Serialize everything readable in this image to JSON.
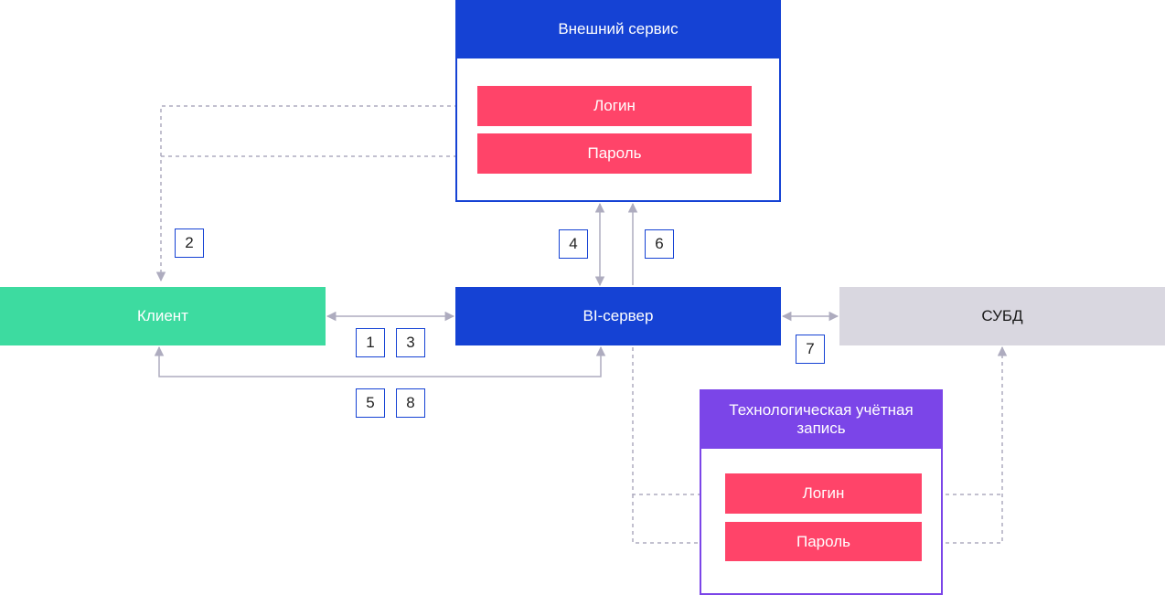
{
  "external_service": {
    "title": "Внешний сервис",
    "login": "Логин",
    "password": "Пароль"
  },
  "client": {
    "label": "Клиент"
  },
  "bi_server": {
    "label": "BI-сервер"
  },
  "dbms": {
    "label": "СУБД"
  },
  "tech_account": {
    "title": "Технологическая учётная запись",
    "login": "Логин",
    "password": "Пароль"
  },
  "steps": {
    "s1": "1",
    "s2": "2",
    "s3": "3",
    "s4": "4",
    "s5": "5",
    "s6": "6",
    "s7": "7",
    "s8": "8"
  },
  "colors": {
    "blue": "#1542d4",
    "green": "#3ddba0",
    "red": "#ff4469",
    "purple": "#7b45e8",
    "gray": "#d9d7e0",
    "connector": "#aeacbf"
  }
}
